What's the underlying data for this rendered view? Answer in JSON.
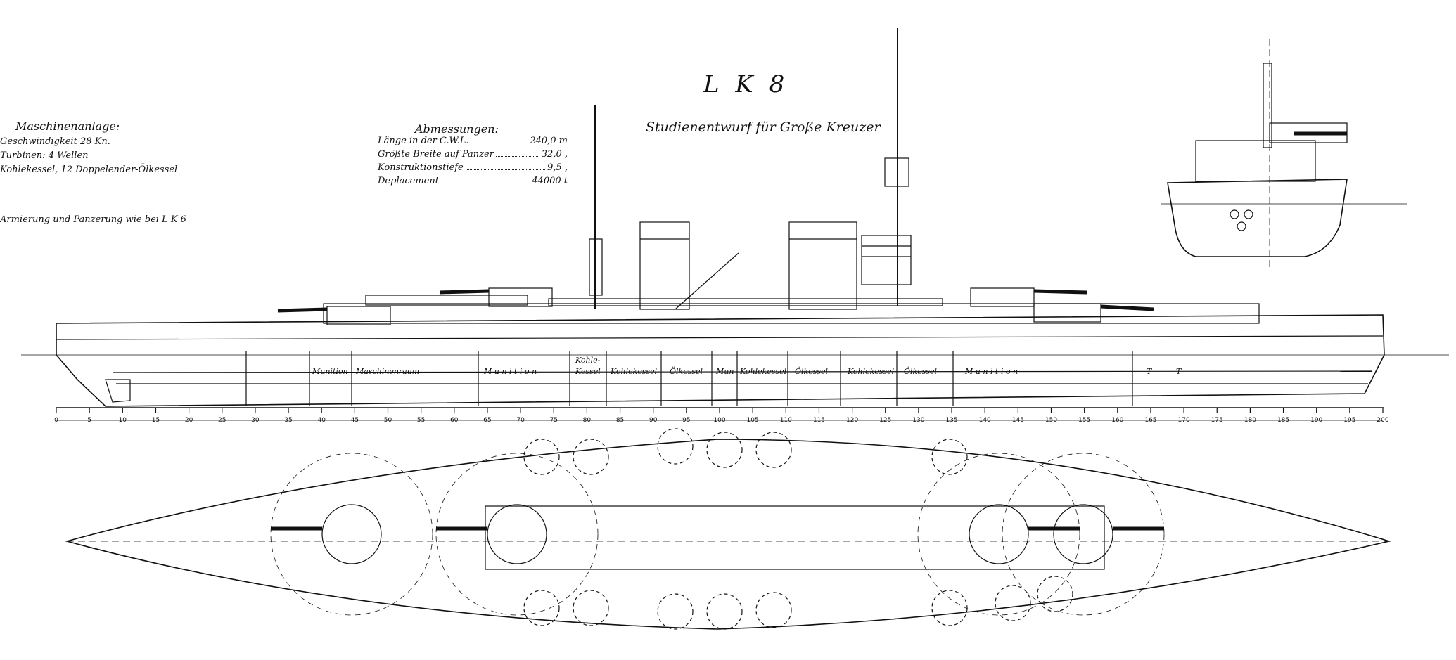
{
  "title": "L K 8",
  "subtitle": "Studienentwurf für Große Kreuzer",
  "machinery": {
    "heading": "Maschinenanlage:",
    "lines": [
      "Geschwindigkeit  28 Kn.",
      "Turbinen: 4 Wellen",
      "Kohlekessel, 12 Doppelender-Ölkessel"
    ]
  },
  "dimensions": {
    "heading": "Abmessungen:",
    "rows": [
      {
        "label": "Länge in der C.W.L.",
        "value": "240,0 m"
      },
      {
        "label": "Größte Breite auf Panzer",
        "value": "32,0 ‚"
      },
      {
        "label": "Konstruktionstiefe",
        "value": "9,5 ‚"
      },
      {
        "label": "Deplacement",
        "value": "44000 t"
      }
    ]
  },
  "armour_note": "Armierung und Panzerung wie bei L K 6",
  "compartments": [
    "Munition",
    "Maschinenraum",
    "M u n i t i o n",
    "Kohle-",
    "Kessel",
    "Kohlekessel",
    "Ölkessel",
    "Mun",
    "Kohlekessel",
    "Ölkessel",
    "Kohlekessel",
    "Ölkessel",
    "M u n i t i o n",
    "T",
    "T"
  ],
  "frame_numbers": [
    "0",
    "5",
    "10",
    "15",
    "20",
    "25",
    "30",
    "35",
    "40",
    "45",
    "50",
    "55",
    "60",
    "65",
    "70",
    "75",
    "80",
    "85",
    "90",
    "95",
    "100",
    "105",
    "110",
    "115",
    "120",
    "125",
    "130",
    "135",
    "140",
    "145",
    "150",
    "155",
    "160",
    "165",
    "170",
    "175",
    "180",
    "185",
    "190",
    "195",
    "200"
  ]
}
